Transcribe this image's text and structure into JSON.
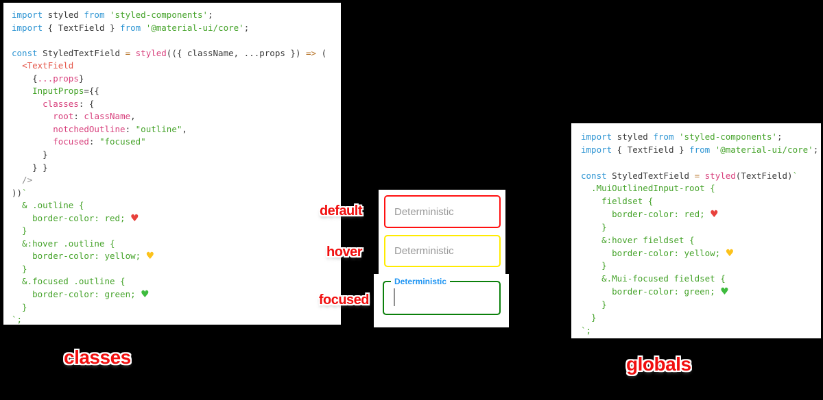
{
  "colors": {
    "background": "#000000",
    "panel_bg": "#ffffff",
    "keyword_blue": "#2e95d3",
    "identifier_dark": "#383838",
    "string_green": "#45a32a",
    "key_pink": "#d8417d",
    "jsx_tag_red": "#e45649",
    "operator_orange": "#b8772e",
    "annotation_red": "#f10e0e",
    "heart_red": "#e8413c",
    "heart_yellow": "#fcc21b",
    "heart_green": "#3dbb3d"
  },
  "left_panel": {
    "caption": "classes",
    "code_lines": [
      [
        [
          "kw",
          "import"
        ],
        [
          "id",
          " styled "
        ],
        [
          "kw",
          "from"
        ],
        [
          "id",
          " "
        ],
        [
          "str",
          "'styled-components'"
        ],
        [
          "id",
          ";"
        ]
      ],
      [
        [
          "kw",
          "import"
        ],
        [
          "id",
          " { TextField } "
        ],
        [
          "kw",
          "from"
        ],
        [
          "id",
          " "
        ],
        [
          "str",
          "'@material-ui/core'"
        ],
        [
          "id",
          ";"
        ]
      ],
      [],
      [
        [
          "kw",
          "const"
        ],
        [
          "id",
          " StyledTextField "
        ],
        [
          "op",
          "="
        ],
        [
          "id",
          " "
        ],
        [
          "pink",
          "styled"
        ],
        [
          "id",
          "(({ className, ...props }) "
        ],
        [
          "op",
          "=>"
        ],
        [
          "id",
          " ("
        ]
      ],
      [
        [
          "id",
          "  "
        ],
        [
          "tag",
          "<TextField"
        ]
      ],
      [
        [
          "id",
          "    {"
        ],
        [
          "pink",
          "...props"
        ],
        [
          "id",
          "}"
        ]
      ],
      [
        [
          "id",
          "    "
        ],
        [
          "green",
          "InputProps"
        ],
        [
          "id",
          "={{"
        ]
      ],
      [
        [
          "id",
          "      "
        ],
        [
          "pink",
          "classes"
        ],
        [
          "id",
          ": {"
        ]
      ],
      [
        [
          "id",
          "        "
        ],
        [
          "pink",
          "root"
        ],
        [
          "id",
          ": "
        ],
        [
          "pink",
          "className"
        ],
        [
          "id",
          ","
        ]
      ],
      [
        [
          "id",
          "        "
        ],
        [
          "pink",
          "notchedOutline"
        ],
        [
          "id",
          ": "
        ],
        [
          "str",
          "\"outline\""
        ],
        [
          "id",
          ","
        ]
      ],
      [
        [
          "id",
          "        "
        ],
        [
          "pink",
          "focused"
        ],
        [
          "id",
          ": "
        ],
        [
          "str",
          "\"focused\""
        ]
      ],
      [
        [
          "id",
          "      }"
        ]
      ],
      [
        [
          "id",
          "    } }"
        ]
      ],
      [
        [
          "gray",
          "  />"
        ]
      ],
      [
        [
          "id",
          "))"
        ],
        [
          "str",
          "`"
        ]
      ],
      [
        [
          "green",
          "  & .outline {"
        ]
      ],
      [
        [
          "green",
          "    border-color: red; "
        ],
        [
          "hr",
          "♥"
        ]
      ],
      [
        [
          "green",
          "  }"
        ]
      ],
      [
        [
          "green",
          "  &:hover .outline {"
        ]
      ],
      [
        [
          "green",
          "    border-color: yellow; "
        ],
        [
          "hy",
          "♥"
        ]
      ],
      [
        [
          "green",
          "  }"
        ]
      ],
      [
        [
          "green",
          "  &.focused .outline {"
        ]
      ],
      [
        [
          "green",
          "    border-color: green; "
        ],
        [
          "hg",
          "♥"
        ]
      ],
      [
        [
          "green",
          "  }"
        ]
      ],
      [
        [
          "green",
          "`;"
        ]
      ]
    ]
  },
  "right_panel": {
    "caption": "globals",
    "code_lines": [
      [
        [
          "kw",
          "import"
        ],
        [
          "id",
          " styled "
        ],
        [
          "kw",
          "from"
        ],
        [
          "id",
          " "
        ],
        [
          "str",
          "'styled-components'"
        ],
        [
          "id",
          ";"
        ]
      ],
      [
        [
          "kw",
          "import"
        ],
        [
          "id",
          " { TextField } "
        ],
        [
          "kw",
          "from"
        ],
        [
          "id",
          " "
        ],
        [
          "str",
          "'@material-ui/core'"
        ],
        [
          "id",
          ";"
        ]
      ],
      [],
      [
        [
          "kw",
          "const"
        ],
        [
          "id",
          " StyledTextField "
        ],
        [
          "op",
          "="
        ],
        [
          "id",
          " "
        ],
        [
          "pink",
          "styled"
        ],
        [
          "id",
          "(TextField)"
        ],
        [
          "str",
          "`"
        ]
      ],
      [
        [
          "green",
          "  .MuiOutlinedInput-root {"
        ]
      ],
      [
        [
          "green",
          "    fieldset {"
        ]
      ],
      [
        [
          "green",
          "      border-color: red; "
        ],
        [
          "hr",
          "♥"
        ]
      ],
      [
        [
          "green",
          "    }"
        ]
      ],
      [
        [
          "green",
          "    &:hover fieldset {"
        ]
      ],
      [
        [
          "green",
          "      border-color: yellow; "
        ],
        [
          "hy",
          "♥"
        ]
      ],
      [
        [
          "green",
          "    }"
        ]
      ],
      [
        [
          "green",
          "    &.Mui-focused fieldset {"
        ]
      ],
      [
        [
          "green",
          "      border-color: green; "
        ],
        [
          "hg",
          "♥"
        ]
      ],
      [
        [
          "green",
          "    }"
        ]
      ],
      [
        [
          "green",
          "  }"
        ]
      ],
      [
        [
          "green",
          "`;"
        ]
      ]
    ]
  },
  "demo": {
    "states": [
      {
        "label": "default",
        "placeholder": "Deterministic",
        "border_color": "#ff1010"
      },
      {
        "label": "hover",
        "placeholder": "Deterministic",
        "border_color": "#ffeb00"
      },
      {
        "label": "focused",
        "field_label": "Deterministic",
        "border_color": "#0b800b",
        "label_color": "#2196f3"
      }
    ]
  }
}
